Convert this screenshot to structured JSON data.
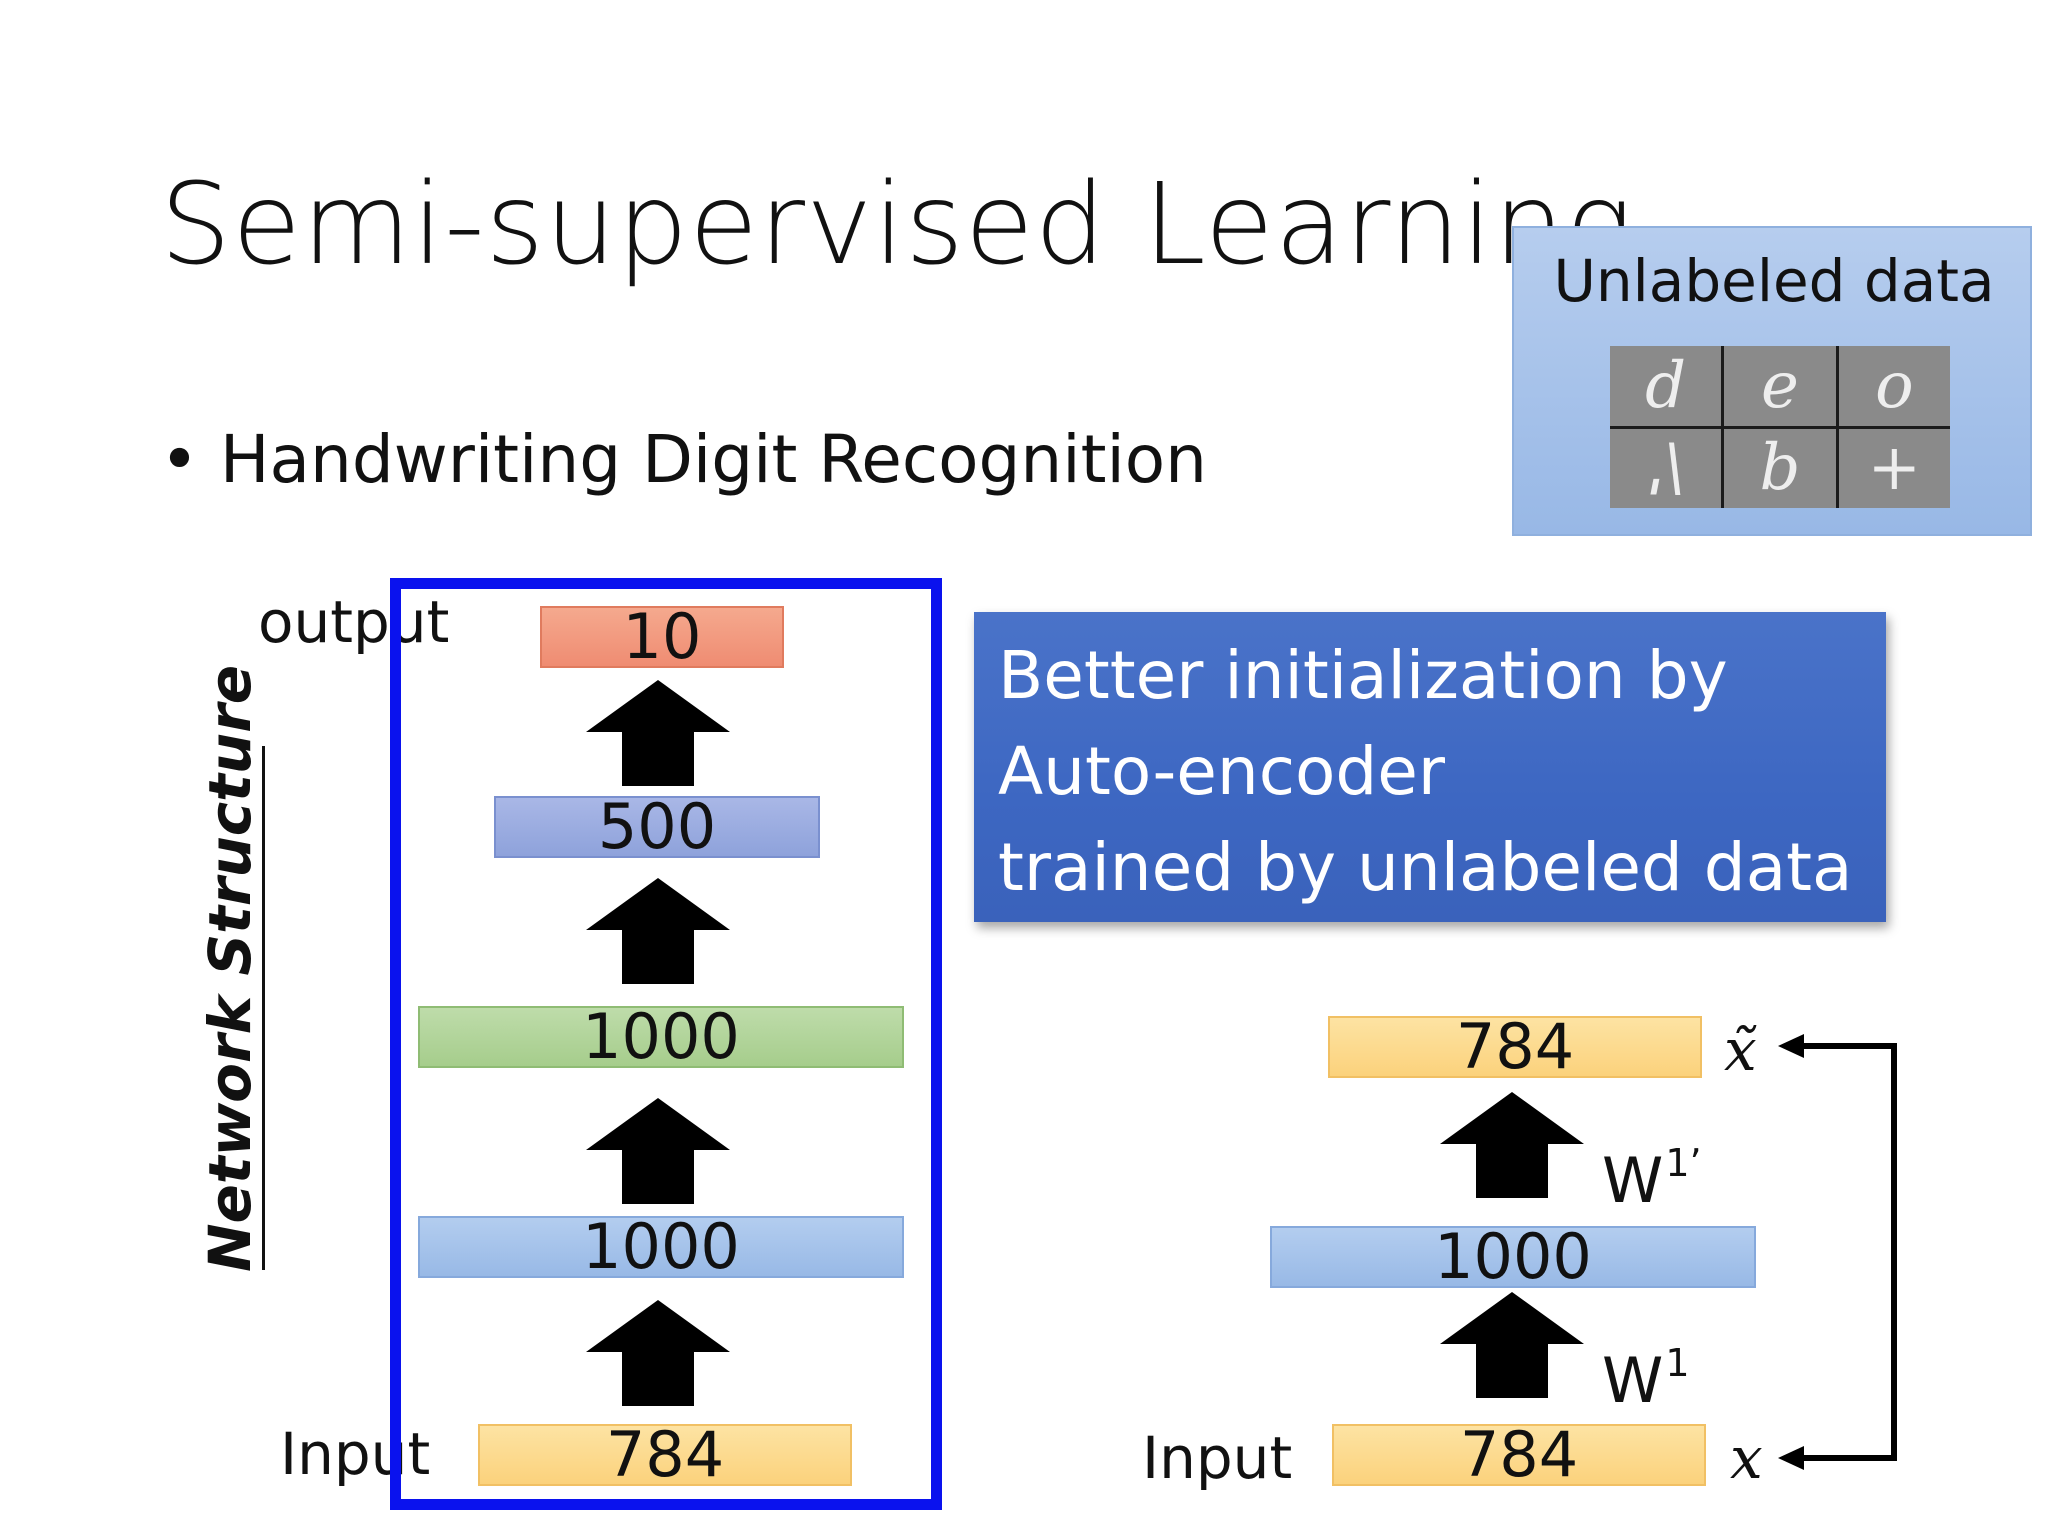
{
  "title": "Semi-supervised Learning",
  "bullet": "Handwriting Digit Recognition",
  "unlabeled": {
    "title": "Unlabeled data",
    "digits": [
      "d",
      "e",
      "o",
      "ˌ\\",
      "b",
      "+"
    ]
  },
  "network": {
    "side_label": "Network Structure",
    "output_label": "output",
    "input_label": "Input",
    "layers": {
      "output": "10",
      "hidden3": "500",
      "hidden2": "1000",
      "hidden1": "1000",
      "input": "784"
    }
  },
  "callout": {
    "lines": [
      "Better initialization by",
      "Auto-encoder",
      "trained by unlabeled data"
    ]
  },
  "autoencoder": {
    "input_label": "Input",
    "output_layer": "784",
    "hidden_layer": "1000",
    "input_layer": "784",
    "w_decode": "W",
    "w_decode_sup": "1’",
    "w_encode": "W",
    "w_encode_sup": "1",
    "x_tilde": "x̃",
    "x": "x"
  },
  "colors": {
    "frame": "#0a12ee",
    "callout": "#3d67c2",
    "output_layer": "#ef8c72",
    "layer_500": "#8ea2db",
    "layer_1000_green": "#a6cd8c",
    "layer_1000_blue": "#98b9e6",
    "layer_784": "#fbd27c"
  }
}
